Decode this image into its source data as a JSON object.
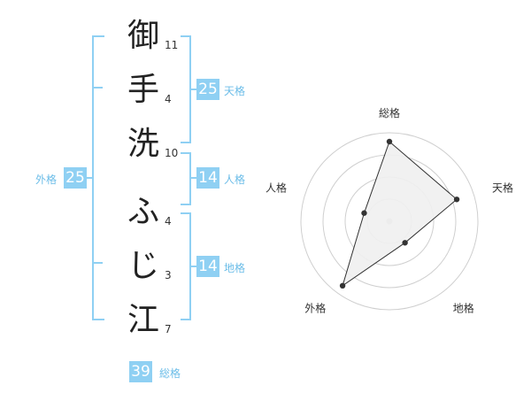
{
  "name_chars": [
    {
      "char": "御",
      "strokes": "11"
    },
    {
      "char": "手",
      "strokes": "4"
    },
    {
      "char": "洗",
      "strokes": "10"
    },
    {
      "char": "ふ",
      "strokes": "4"
    },
    {
      "char": "じ",
      "strokes": "3"
    },
    {
      "char": "江",
      "strokes": "7"
    }
  ],
  "kaku": {
    "tenkaku": {
      "label": "天格",
      "value": "25"
    },
    "jinkaku": {
      "label": "人格",
      "value": "14"
    },
    "chikaku": {
      "label": "地格",
      "value": "14"
    },
    "gaikaku": {
      "label": "外格",
      "value": "25"
    },
    "soukaku": {
      "label": "総格",
      "value": "39"
    }
  },
  "colors": {
    "accent": "#8fd0f3",
    "accent_text": "#6cbde8",
    "radar_fill": "#efefef"
  },
  "chart_data": {
    "type": "radar",
    "axes": [
      "総格",
      "天格",
      "地格",
      "外格",
      "人格"
    ],
    "values": [
      0.9,
      0.8,
      0.3,
      0.9,
      0.3
    ],
    "rings": 4,
    "range": [
      0,
      1
    ]
  }
}
